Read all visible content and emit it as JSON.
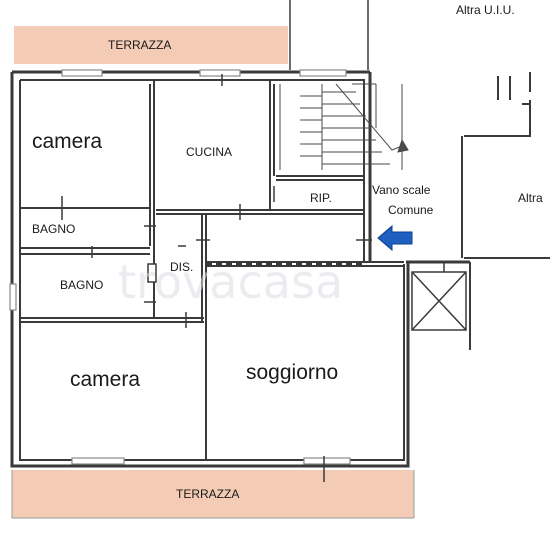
{
  "labels": {
    "terrazza_top": "TERRAZZA",
    "terrazza_bottom": "TERRAZZA",
    "camera_top": "camera",
    "camera_bottom": "camera",
    "cucina": "CUCINA",
    "rip": "RIP.",
    "bagno_1": "BAGNO",
    "bagno_2": "BAGNO",
    "dis": "DIS.",
    "soggiorno": "soggiorno",
    "vano_scale_line1": "Vano scale",
    "vano_scale_line2": "Comune",
    "altra_uiu": "Altra U.I.U.",
    "altra": "Altra"
  },
  "watermark": "trovacasa",
  "colors": {
    "wall": "#3a3a3a",
    "terrace": "#f2c3a8",
    "entry_arrow": "#1f5fbf",
    "window": "#8a8a8a"
  },
  "icons": {
    "entry": "entry-arrow-icon",
    "lift": "lift-shaft-icon",
    "stairs": "staircase-icon"
  }
}
